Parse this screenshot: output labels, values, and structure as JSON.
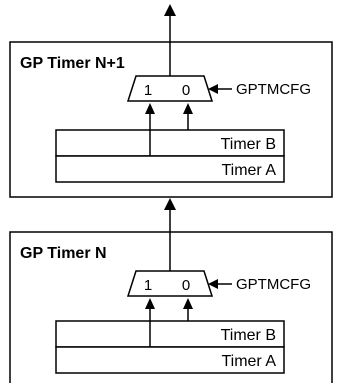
{
  "timers": [
    {
      "title": "GP Timer N+1",
      "mux_inputs": [
        "1",
        "0"
      ],
      "config_signal": "GPTMCFG",
      "registers": [
        "Timer B",
        "Timer A"
      ]
    },
    {
      "title": "GP Timer N",
      "mux_inputs": [
        "1",
        "0"
      ],
      "config_signal": "GPTMCFG",
      "registers": [
        "Timer B",
        "Timer A"
      ]
    }
  ]
}
